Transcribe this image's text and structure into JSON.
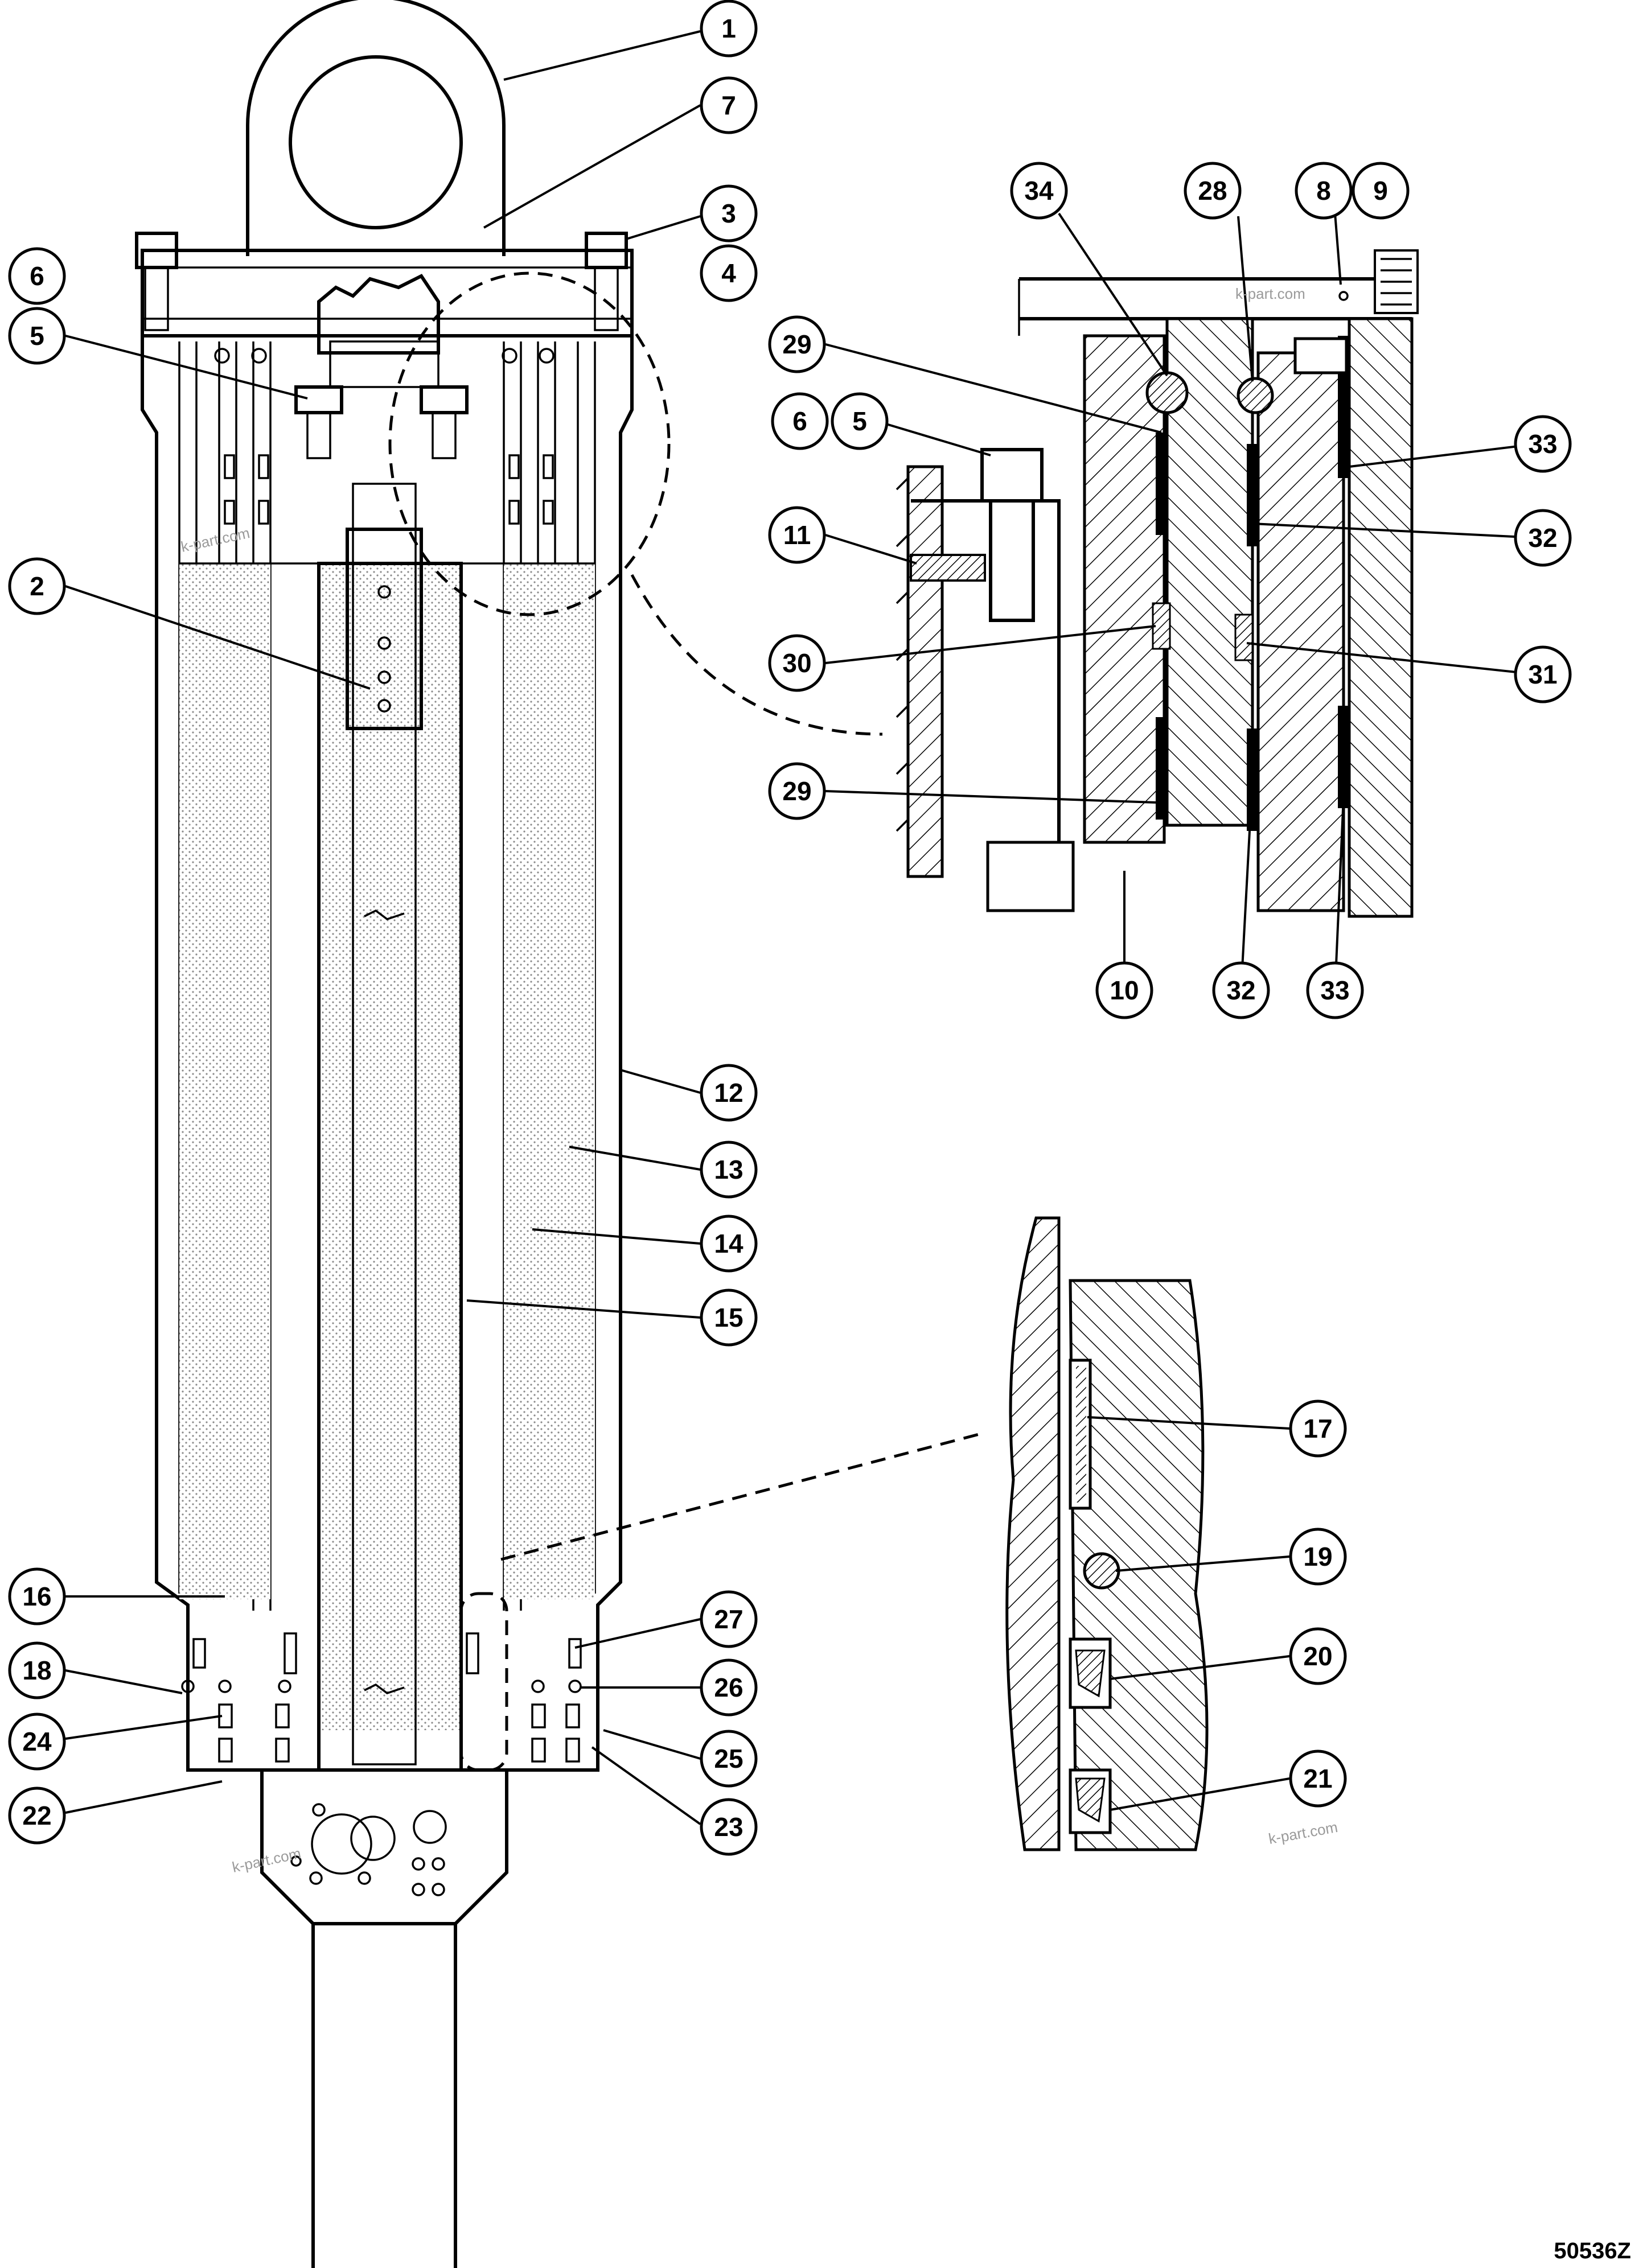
{
  "diagram": {
    "drawing_number": "50536Z",
    "watermark": "k-part.com",
    "callouts": [
      {
        "label": "1"
      },
      {
        "label": "7"
      },
      {
        "label": "3"
      },
      {
        "label": "4"
      },
      {
        "label": "6"
      },
      {
        "label": "5"
      },
      {
        "label": "2"
      },
      {
        "label": "12"
      },
      {
        "label": "13"
      },
      {
        "label": "14"
      },
      {
        "label": "15"
      },
      {
        "label": "16"
      },
      {
        "label": "18"
      },
      {
        "label": "24"
      },
      {
        "label": "22"
      },
      {
        "label": "27"
      },
      {
        "label": "26"
      },
      {
        "label": "25"
      },
      {
        "label": "23"
      },
      {
        "label": "34"
      },
      {
        "label": "28"
      },
      {
        "label": "8"
      },
      {
        "label": "9"
      },
      {
        "label": "29"
      },
      {
        "label": "6"
      },
      {
        "label": "5"
      },
      {
        "label": "33"
      },
      {
        "label": "11"
      },
      {
        "label": "32"
      },
      {
        "label": "30"
      },
      {
        "label": "31"
      },
      {
        "label": "29"
      },
      {
        "label": "10"
      },
      {
        "label": "32"
      },
      {
        "label": "33"
      },
      {
        "label": "17"
      },
      {
        "label": "19"
      },
      {
        "label": "20"
      },
      {
        "label": "21"
      }
    ]
  },
  "colors": {
    "line": "#000000",
    "stipple": "#8a8a8a",
    "background": "#ffffff"
  }
}
